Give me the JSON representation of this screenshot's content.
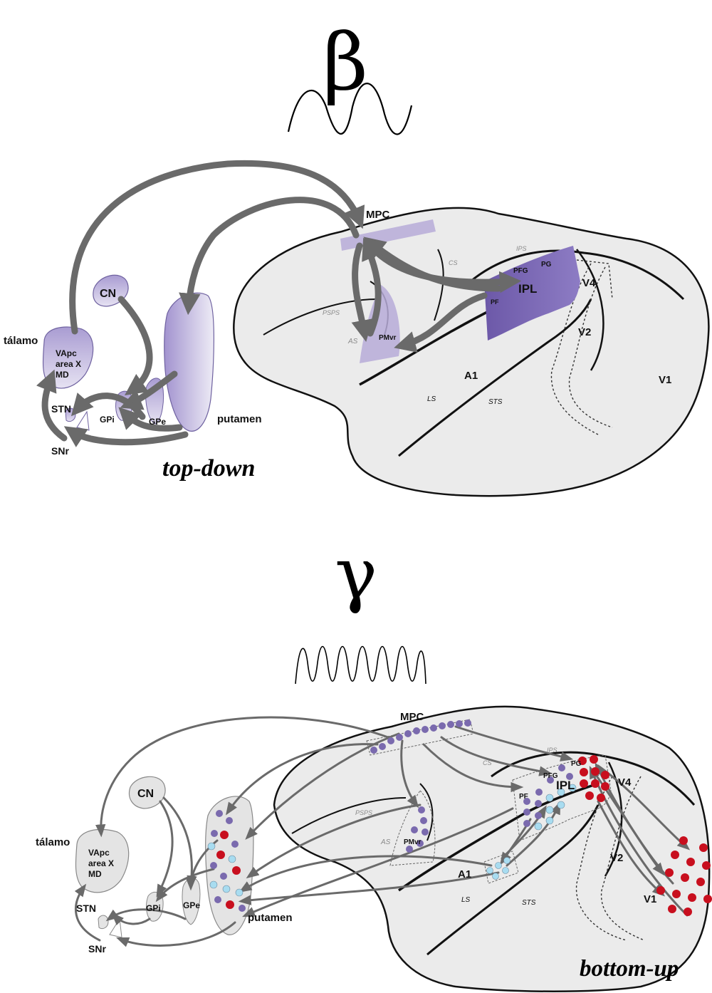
{
  "top": {
    "band_symbol": "β",
    "caption": "top-down",
    "labels": {
      "mpc": "MPC",
      "cn": "CN",
      "talamo": "tálamo",
      "thal_line1": "VApc",
      "thal_line2": "area X",
      "thal_line3": "MD",
      "stn": "STN",
      "snr": "SNr",
      "gpi": "GPi",
      "gpe": "GPe",
      "putamen": "putamen",
      "pmvr": "PMvr",
      "ipl": "IPL",
      "pfg": "PFG",
      "pg": "PG",
      "pf": "PF",
      "v4": "V4",
      "v2": "V2",
      "v1": "V1",
      "a1": "A1"
    },
    "sulci": {
      "ips": "IPS",
      "cs": "CS",
      "psps": "PSPS",
      "as": "AS",
      "ls": "LS",
      "sts": "STS"
    }
  },
  "bottom": {
    "band_symbol": "γ",
    "caption": "bottom-up",
    "labels": {
      "mpc": "MPC",
      "cn": "CN",
      "talamo": "tálamo",
      "thal_line1": "VApc",
      "thal_line2": "area X",
      "thal_line3": "MD",
      "stn": "STN",
      "snr": "SNr",
      "gpi": "GPi",
      "gpe": "GPe",
      "putamen": "putamen",
      "pmvr": "PMvr",
      "ipl": "IPL",
      "pfg": "PFG",
      "pg": "PG",
      "pf": "PF",
      "v4": "V4",
      "v2": "V2",
      "v1": "V1",
      "a1": "A1"
    },
    "sulci": {
      "ips": "IPS",
      "cs": "CS",
      "psps": "PSPS",
      "as": "AS",
      "ls": "LS",
      "sts": "STS"
    }
  },
  "colors": {
    "region_purple": "#7e6bb8",
    "region_purple_light": "#b7acd8",
    "brain_fill": "#ebebeb",
    "arrow_gray": "#6a6a6a",
    "dot_purple": "#7a6aae",
    "dot_red": "#c80f1e",
    "dot_cyan": "#a8dcf0"
  }
}
